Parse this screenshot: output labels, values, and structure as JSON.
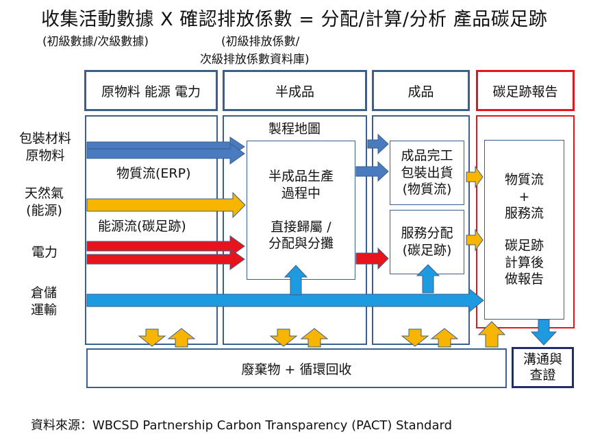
{
  "title": "收集活動數據 X 確認排放係數 = 分配/計算/分析 產品碳足跡",
  "subtitles": {
    "activity_data": "(初級數據/次級數據)",
    "factor_line1": "(初級排放係數/",
    "factor_line2": "次級排放係數資料庫)"
  },
  "headers": {
    "raw": "原物料 能源 電力",
    "semi": "半成品",
    "product": "成品",
    "report": "碳足跡報告"
  },
  "inputs": {
    "packaging_line1": "包裝材料",
    "packaging_line2": "原物料",
    "gas_line1": "天然氣",
    "gas_line2": "(能源)",
    "electricity": "電力",
    "storage_line1": "倉儲",
    "storage_line2": "運輸"
  },
  "flows": {
    "material": "物質流(ERP)",
    "energy": "能源流(碳足跡)"
  },
  "process_map": "製程地圖",
  "semi_process": {
    "line1": "半成品生產",
    "line2": "過程中",
    "line3": "直接歸屬 /",
    "line4": "分配與分攤"
  },
  "finished": {
    "line1": "成品完工",
    "line2": "包裝出貨",
    "line3": "(物質流)"
  },
  "service": {
    "line1": "服務分配",
    "line2": "(碳足跡)"
  },
  "report_box": {
    "line1": "物質流",
    "line2": "+",
    "line3": "服務流",
    "line4": "碳足跡",
    "line5": "計算後",
    "line6": "做報告"
  },
  "waste": "廢棄物 + 循環回收",
  "communicate": {
    "line1": "溝通與",
    "line2": "查證"
  },
  "source": "資料來源：WBCSD Partnership Carbon Transparency (PACT) Standard",
  "colors": {
    "frame_blue": "#3a5f8a",
    "arrow_blue": "#4a7abf",
    "arrow_cyan": "#1e9ae0",
    "arrow_yellow": "#f7b500",
    "arrow_red": "#e8141c",
    "report_red": "#e8141c",
    "navy": "#1f2f66"
  }
}
